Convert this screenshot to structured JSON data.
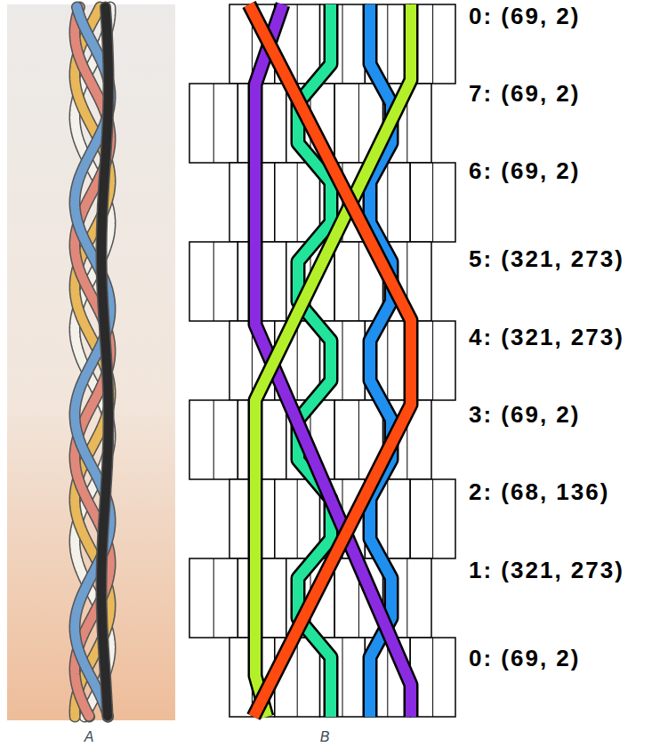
{
  "diagram": {
    "labels": [
      "0: (69, 2)",
      "7: (69, 2)",
      "6: (69, 2)",
      "5: (321, 273)",
      "4: (321, 273)",
      "3: (69, 2)",
      "2: (68, 136)",
      "1: (321, 273)",
      "0: (69, 2)",
      "A",
      "B"
    ]
  }
}
